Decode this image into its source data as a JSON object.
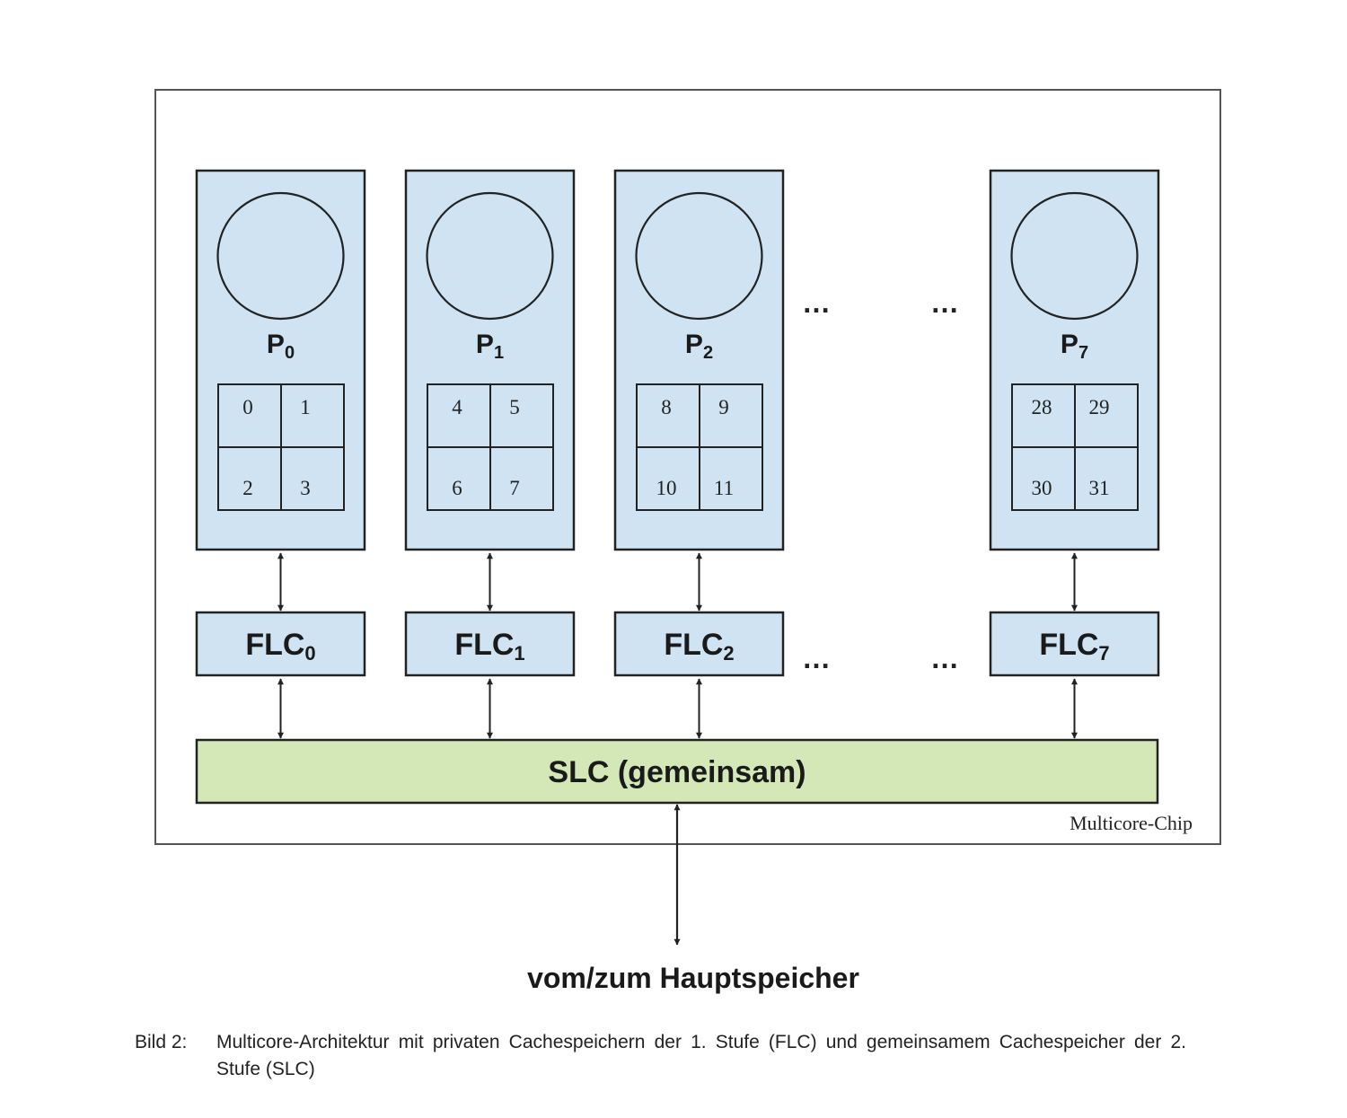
{
  "diagram": {
    "chip_label": "Multicore-Chip",
    "ellipsis": "…",
    "slc_label": "SLC (gemeinsam)",
    "main_memory_label": "vom/zum Hauptspeicher",
    "cores": [
      {
        "proc_prefix": "P",
        "proc_sub": "0",
        "flc_prefix": "FLC",
        "flc_sub": "0",
        "cells": [
          "0",
          "1",
          "2",
          "3"
        ]
      },
      {
        "proc_prefix": "P",
        "proc_sub": "1",
        "flc_prefix": "FLC",
        "flc_sub": "1",
        "cells": [
          "4",
          "5",
          "6",
          "7"
        ]
      },
      {
        "proc_prefix": "P",
        "proc_sub": "2",
        "flc_prefix": "FLC",
        "flc_sub": "2",
        "cells": [
          "8",
          "9",
          "10",
          "11"
        ]
      },
      {
        "proc_prefix": "P",
        "proc_sub": "7",
        "flc_prefix": "FLC",
        "flc_sub": "7",
        "cells": [
          "28",
          "29",
          "30",
          "31"
        ]
      }
    ],
    "colors": {
      "core_fill": "#cfe3f2",
      "slc_fill": "#d3e8b6",
      "stroke": "#222222"
    }
  },
  "caption": {
    "prefix": "Bild 2:",
    "text": "Multicore-Architektur mit privaten Cachespeichern der 1. Stufe (FLC) und gemeinsamem Cachespeicher der 2. Stufe (SLC)"
  }
}
